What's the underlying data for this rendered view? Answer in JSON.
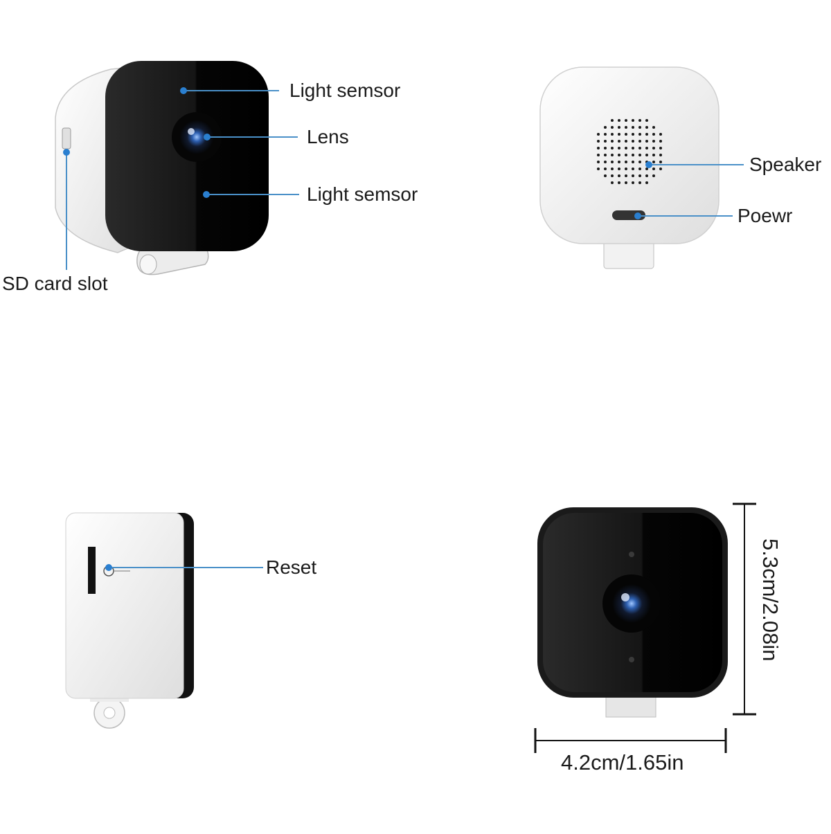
{
  "front_view": {
    "callouts": {
      "light_sensor_top": "Light semsor",
      "lens": "Lens",
      "light_sensor_bottom": "Light semsor",
      "sd_card_slot": "SD card slot"
    }
  },
  "back_view": {
    "callouts": {
      "speaker": "Speaker",
      "power": "Poewr"
    }
  },
  "side_view": {
    "callouts": {
      "reset": "Reset"
    }
  },
  "dimension_view": {
    "width_label": "4.2cm/1.65in",
    "height_label": "5.3cm/2.08in"
  },
  "colors": {
    "callout_line": "#4a90c8",
    "callout_dot": "#2a7fd0",
    "device_black": "#111111",
    "device_white": "#f4f4f4"
  }
}
